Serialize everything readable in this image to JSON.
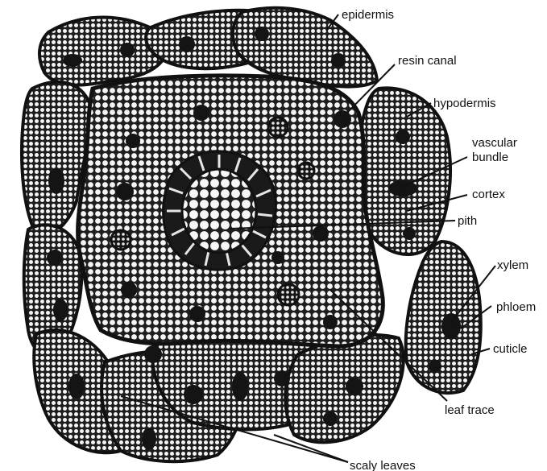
{
  "diagram": {
    "labels": {
      "epidermis": "epidermis",
      "resin_canal": "resin canal",
      "hypodermis": "hypodermis",
      "vascular_bundle_line1": "vascular",
      "vascular_bundle_line2": "bundle",
      "cortex": "cortex",
      "pith": "pith",
      "xylem": "xylem",
      "phloem": "phloem",
      "cuticle": "cuticle",
      "leaf_trace": "leaf trace",
      "scaly_leaves": "scaly leaves"
    },
    "colors": {
      "ink": "#111111",
      "tissue_dark": "#1e1e1e",
      "cell_light": "#f4f4f4",
      "gap": "#ffffff"
    }
  }
}
